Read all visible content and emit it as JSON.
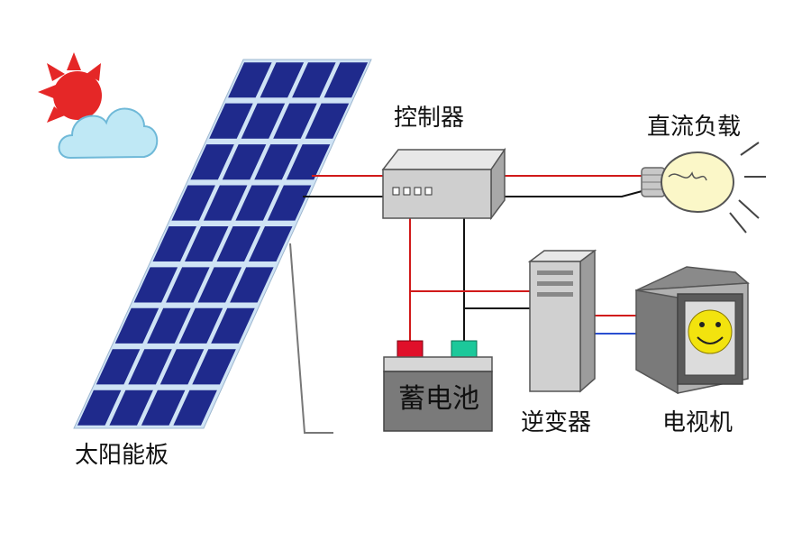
{
  "labels": {
    "solar_panel": "太阳能板",
    "controller": "控制器",
    "dc_load": "直流负载",
    "battery": "蓄电池",
    "inverter": "逆变器",
    "television": "电视机"
  },
  "colors": {
    "background": "#ffffff",
    "panel_cell": "#1f2a8c",
    "panel_frame": "#cfe3f5",
    "wire_positive": "#d11a1a",
    "wire_negative": "#111111",
    "wire_ac_blue": "#2a4fd0",
    "device_gray": "#c9c9c9",
    "battery_body": "#7a7a7a",
    "battery_positive_terminal": "#e0102a",
    "battery_negative_terminal": "#1cc89a",
    "sun": "#e52727",
    "cloud": "#bfe8f5",
    "bulb": "#fbf7c8",
    "smiley": "#f2e30e"
  },
  "icons": [
    "sun-icon",
    "cloud-icon",
    "light-bulb-icon",
    "smiley-face-icon"
  ]
}
